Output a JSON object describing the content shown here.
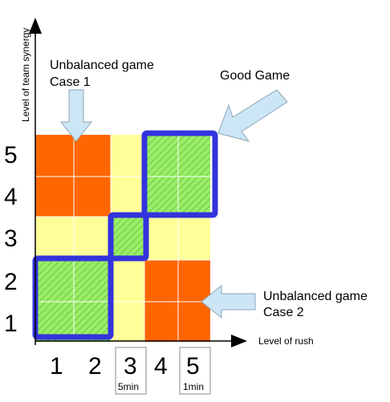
{
  "axes": {
    "y_title": "Level of team synergy",
    "x_title": "Level of rush",
    "y_ticks": [
      "1",
      "2",
      "3",
      "4",
      "5"
    ],
    "x_ticks": [
      "1",
      "2",
      "3",
      "4",
      "5"
    ],
    "x_tick_notes": {
      "3": "5min",
      "5": "1min"
    }
  },
  "annotations": {
    "top_left_line1": "Unbalanced game",
    "top_left_line2": "Case 1",
    "top_right": "Good Game",
    "right_line1": "Unbalanced game",
    "right_line2": "Case 2"
  },
  "colors": {
    "orange": "#ff6600",
    "yellow": "#ffff99",
    "green": "#99ee66",
    "blue_outline": "#3333dd",
    "arrow_fill": "#cde6f5",
    "arrow_stroke": "#8aa4b8"
  },
  "grid": {
    "description_rows_top_to_bottom": "rows 5..1",
    "cells": [
      [
        "orange",
        "orange",
        "yellow",
        "green",
        "green"
      ],
      [
        "orange",
        "orange",
        "yellow",
        "green",
        "green"
      ],
      [
        "yellow",
        "yellow",
        "green",
        "yellow",
        "yellow"
      ],
      [
        "green",
        "green",
        "yellow",
        "orange",
        "orange"
      ],
      [
        "green",
        "green",
        "yellow",
        "orange",
        "orange"
      ]
    ]
  }
}
